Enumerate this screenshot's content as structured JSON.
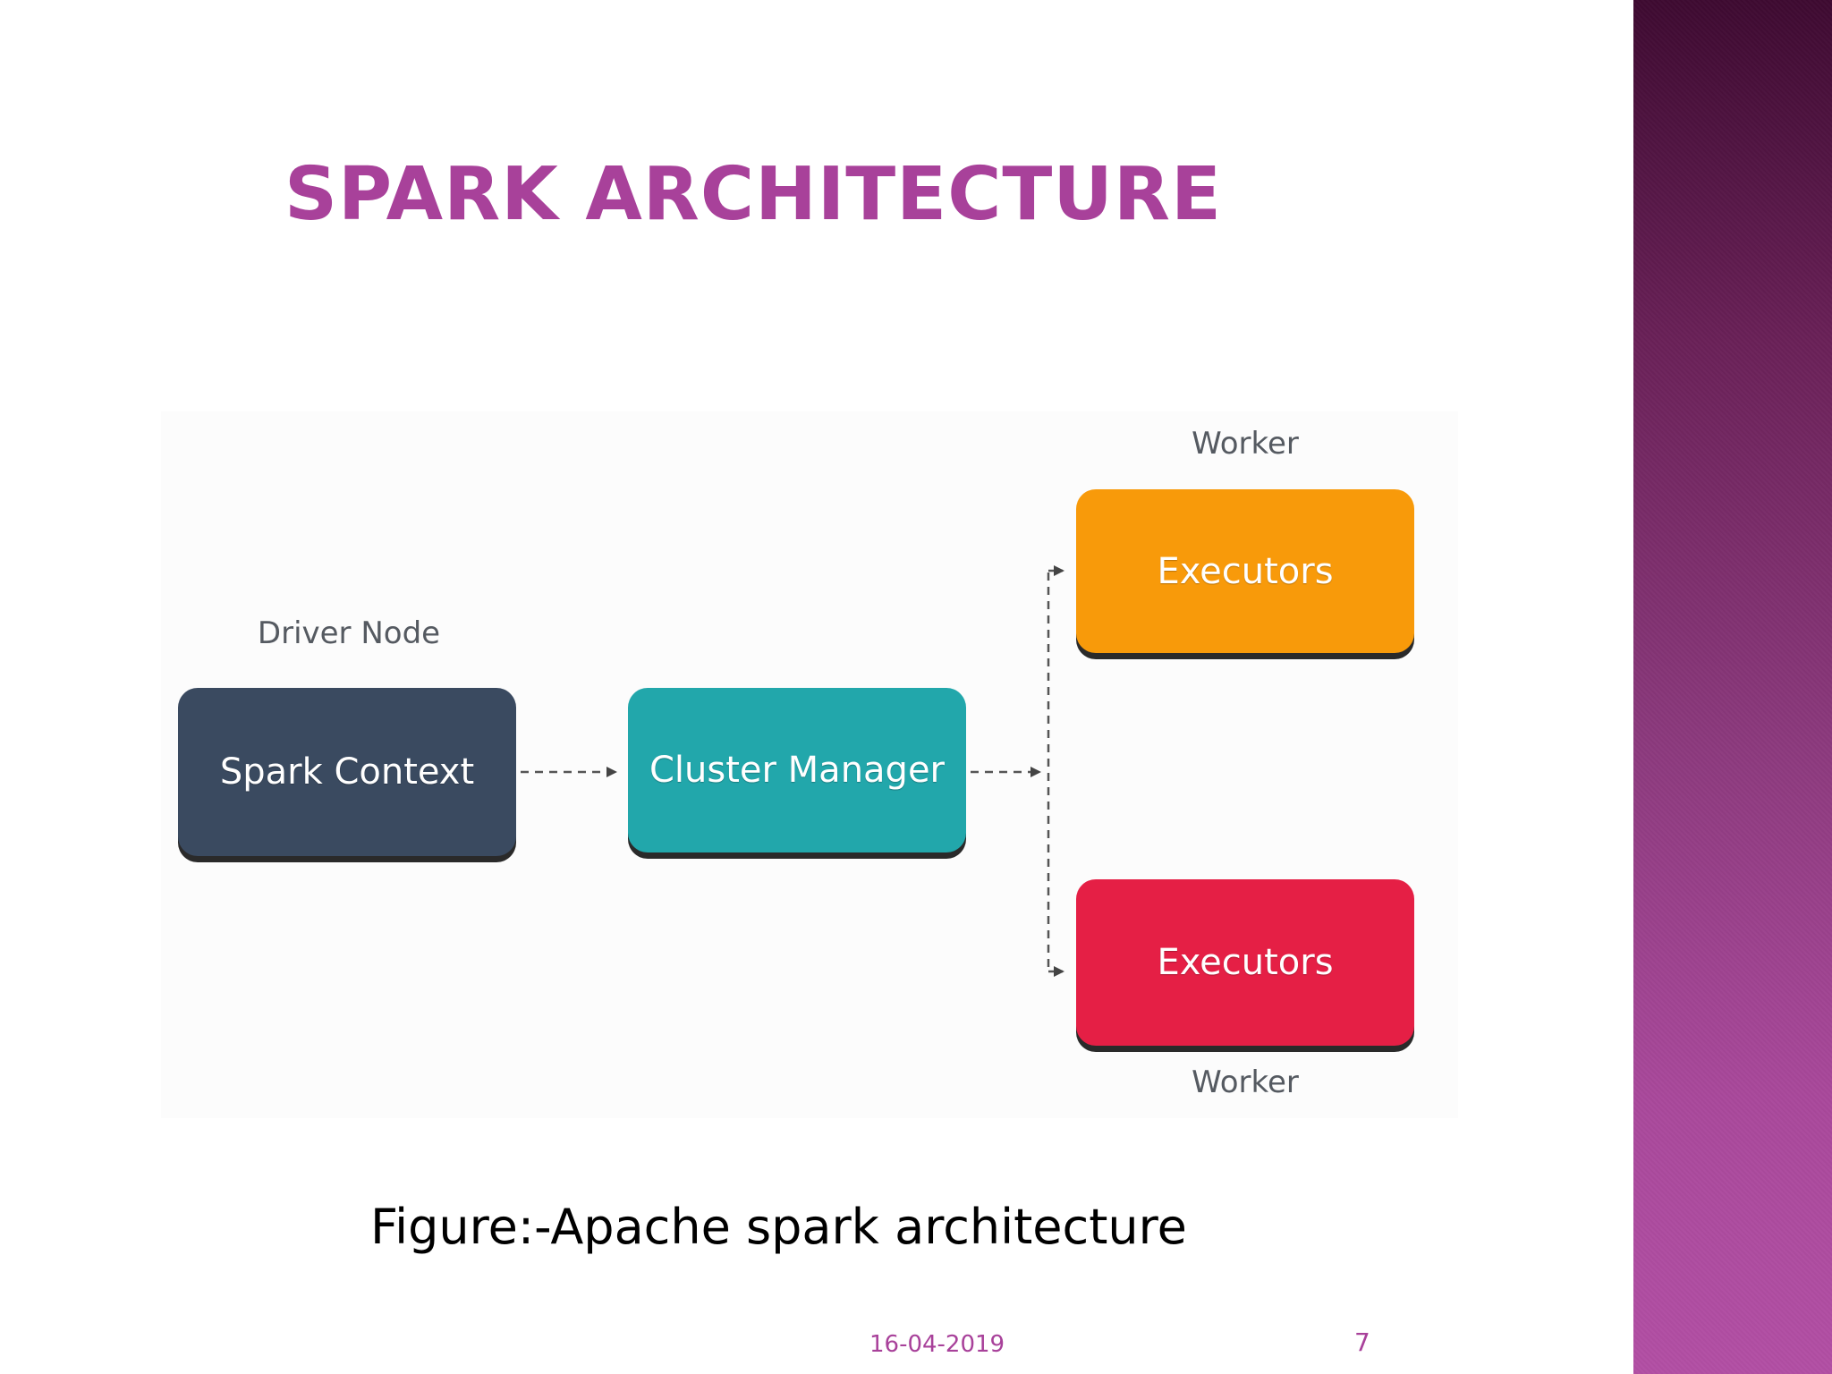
{
  "slide": {
    "title": "SPARK ARCHITECTURE",
    "caption": "Figure:-Apache spark architecture",
    "date": "16-04-2019",
    "page_number": "7"
  },
  "diagram": {
    "driver_label": "Driver Node",
    "spark_context": "Spark Context",
    "cluster_manager": "Cluster Manager",
    "worker_top_label": "Worker",
    "worker_bottom_label": "Worker",
    "executors_top": "Executors",
    "executors_bottom": "Executors"
  },
  "colors": {
    "title": "#a8419a",
    "spark_context": "#3a4a60",
    "cluster_manager": "#22a7ab",
    "executors_top": "#f89a0a",
    "executors_bottom": "#e51f45",
    "side_band": "#8d3a7e"
  }
}
